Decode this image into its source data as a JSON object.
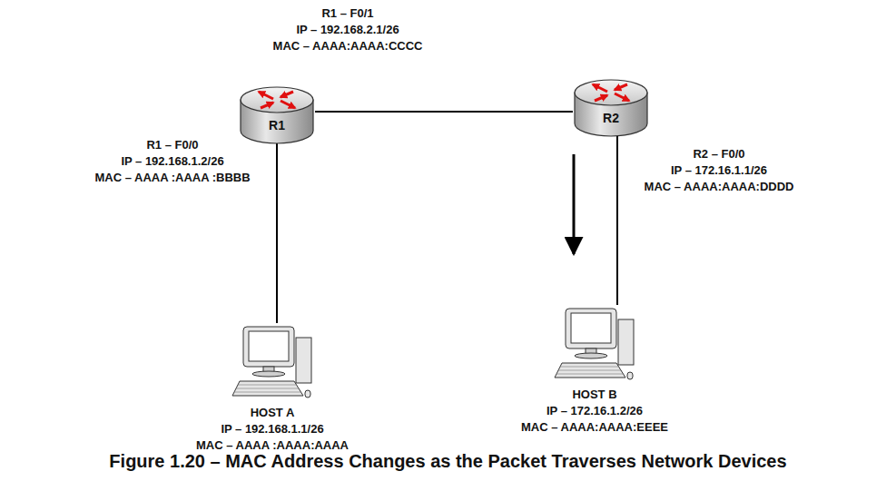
{
  "diagram": {
    "caption": "Figure 1.20 – MAC Address Changes as the Packet Traverses Network Devices",
    "nodes": [
      {
        "text": [
          "R1"
        ]
      },
      {
        "text": [
          "R2"
        ]
      },
      {
        "text": [
          "HOST A",
          "IP – 192.168.1.1/26",
          "MAC – AAAA :AAAA:AAAA"
        ]
      },
      {
        "text": [
          "HOST B",
          "IP – 172.16.1.2/26",
          "MAC – AAAA:AAAA:EEEE"
        ]
      }
    ],
    "edges": [
      {
        "from": 0,
        "to": 1,
        "arrow": "none"
      },
      {
        "from": 0,
        "to": 2,
        "arrow": "none"
      },
      {
        "from": 1,
        "to": 3,
        "arrow": "none"
      }
    ],
    "labels": [
      "R1 – F0/1",
      "IP – 192.168.2.1/26",
      "MAC – AAAA:AAAA:CCCC",
      "R1 – F0/0",
      "IP – 192.168.1.2/26",
      "MAC – AAAA :AAAA :BBBB",
      "R2 – F0/0",
      "IP – 172.16.1.1/26",
      "MAC – AAAA:AAAA:DDDD"
    ]
  }
}
